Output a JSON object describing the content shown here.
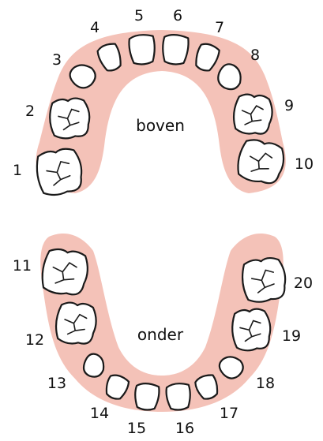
{
  "colors": {
    "gum": "#f4c2b8",
    "tooth": "#ffffff",
    "outline": "#1a1a1a",
    "text": "#111111"
  },
  "upper": {
    "label": "boven",
    "teeth": [
      {
        "number": "1",
        "type": "molar"
      },
      {
        "number": "2",
        "type": "molar"
      },
      {
        "number": "3",
        "type": "canine"
      },
      {
        "number": "4",
        "type": "incisor"
      },
      {
        "number": "5",
        "type": "incisor"
      },
      {
        "number": "6",
        "type": "incisor"
      },
      {
        "number": "7",
        "type": "incisor"
      },
      {
        "number": "8",
        "type": "canine"
      },
      {
        "number": "9",
        "type": "molar"
      },
      {
        "number": "10",
        "type": "molar"
      }
    ]
  },
  "lower": {
    "label": "onder",
    "teeth": [
      {
        "number": "11",
        "type": "molar"
      },
      {
        "number": "12",
        "type": "molar"
      },
      {
        "number": "13",
        "type": "canine"
      },
      {
        "number": "14",
        "type": "incisor"
      },
      {
        "number": "15",
        "type": "incisor"
      },
      {
        "number": "16",
        "type": "incisor"
      },
      {
        "number": "17",
        "type": "incisor"
      },
      {
        "number": "18",
        "type": "canine"
      },
      {
        "number": "19",
        "type": "molar"
      },
      {
        "number": "20",
        "type": "molar"
      }
    ]
  }
}
